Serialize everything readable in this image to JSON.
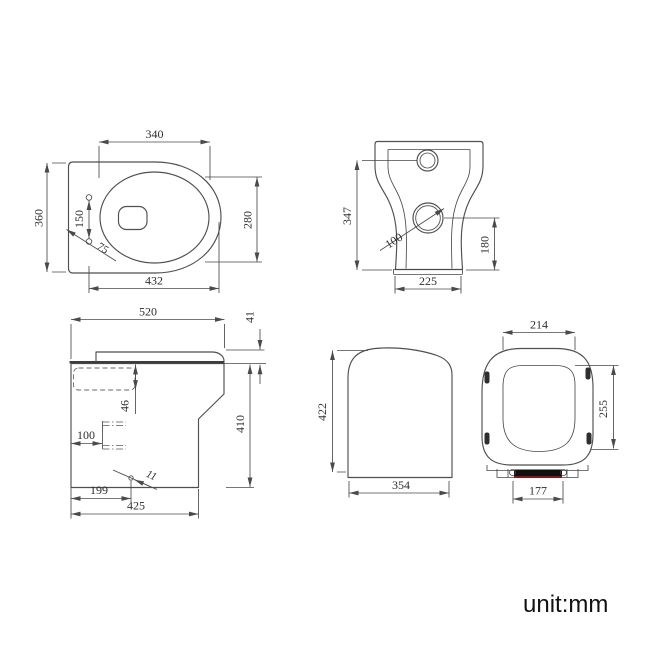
{
  "unit_label": "unit:mm",
  "views": {
    "plan": {
      "dim_top_width": "340",
      "dim_overall_width": "360",
      "dim_bowl_opening": "280",
      "dim_bowl_length": "432",
      "dim_hole_spacing": "150",
      "dim_hole_offset": "75"
    },
    "rear": {
      "dim_overall_height": "347",
      "dim_drain_diameter": "100",
      "dim_drain_height": "180",
      "dim_base_width": "225"
    },
    "side": {
      "dim_overall_depth": "520",
      "dim_seat_thickness": "41",
      "dim_rim_section": "46",
      "dim_inlet_setout": "100",
      "dim_rim_height": "410",
      "dim_outlet_setout": "199",
      "dim_pan_depth": "425",
      "dim_leader_note": "11"
    },
    "front": {
      "dim_overall_height": "422",
      "dim_overall_width": "354"
    },
    "seat": {
      "dim_lid_top_width": "214",
      "dim_lid_depth": "255",
      "dim_hinge_centres": "177"
    }
  },
  "colors": {
    "line": "#4a4a4a",
    "text": "#2e2e2e",
    "hinge_bar": "#101010",
    "hinge_accent": "#8b1414"
  }
}
